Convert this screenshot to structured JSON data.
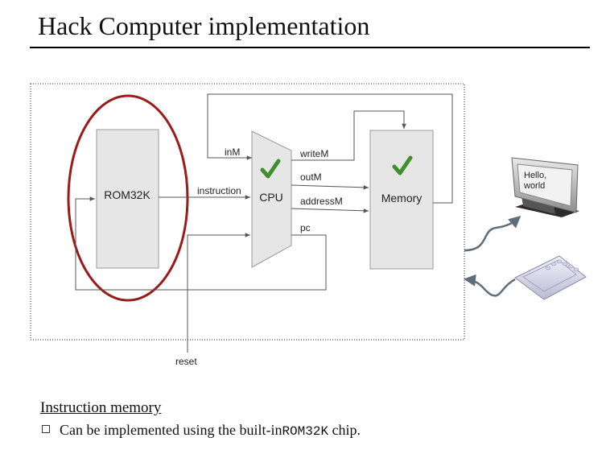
{
  "slide": {
    "title": "Hack Computer implementation"
  },
  "diagram": {
    "rom_label": "ROM32K",
    "cpu_label": "CPU",
    "memory_label": "Memory",
    "inM_label": "inM",
    "writeM_label": "writeM",
    "outM_label": "outM",
    "addressM_label": "addressM",
    "instruction_label": "instruction",
    "pc_label": "pc",
    "reset_label": "reset",
    "screen_text_line1": "Hello,",
    "screen_text_line2": "world"
  },
  "notes": {
    "heading": "Instruction memory",
    "bullet_prefix": "Can be implemented using the built-in",
    "bullet_code": "ROM32K",
    "bullet_suffix": "chip."
  },
  "colors": {
    "highlight_ellipse": "#9b1b1b",
    "checkmark": "#3f8f2a",
    "box_fill": "#e6e6e6",
    "line": "#555555"
  }
}
